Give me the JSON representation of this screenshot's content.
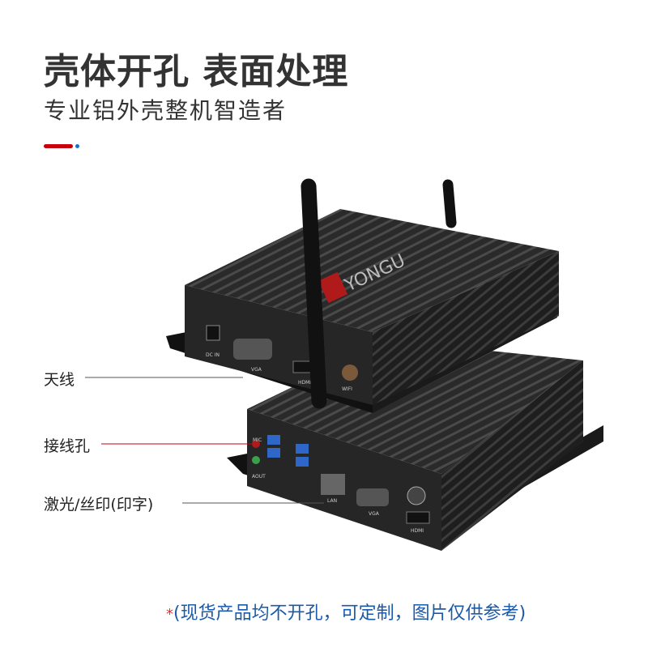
{
  "header": {
    "title": "壳体开孔 表面处理",
    "subtitle": "专业铝外壳整机智造者"
  },
  "accent": {
    "red": "#c8000b",
    "blue": "#1a6fd6"
  },
  "product": {
    "brand": "YONGU",
    "ports_top": [
      "DC IN",
      "VGA",
      "HDMI",
      "WIFI"
    ],
    "ports_bottom": [
      "MIC",
      "AOUT",
      "LAN",
      "VGA",
      "HDMI"
    ]
  },
  "callouts": [
    {
      "label": "天线",
      "line_color": "#555555"
    },
    {
      "label": "接线孔",
      "line_color": "#c8000b"
    },
    {
      "label": "激光/丝印(印字)",
      "line_color": "#555555"
    }
  ],
  "note": {
    "star": "*",
    "text": "(现货产品均不开孔，可定制，图片仅供参考)"
  }
}
